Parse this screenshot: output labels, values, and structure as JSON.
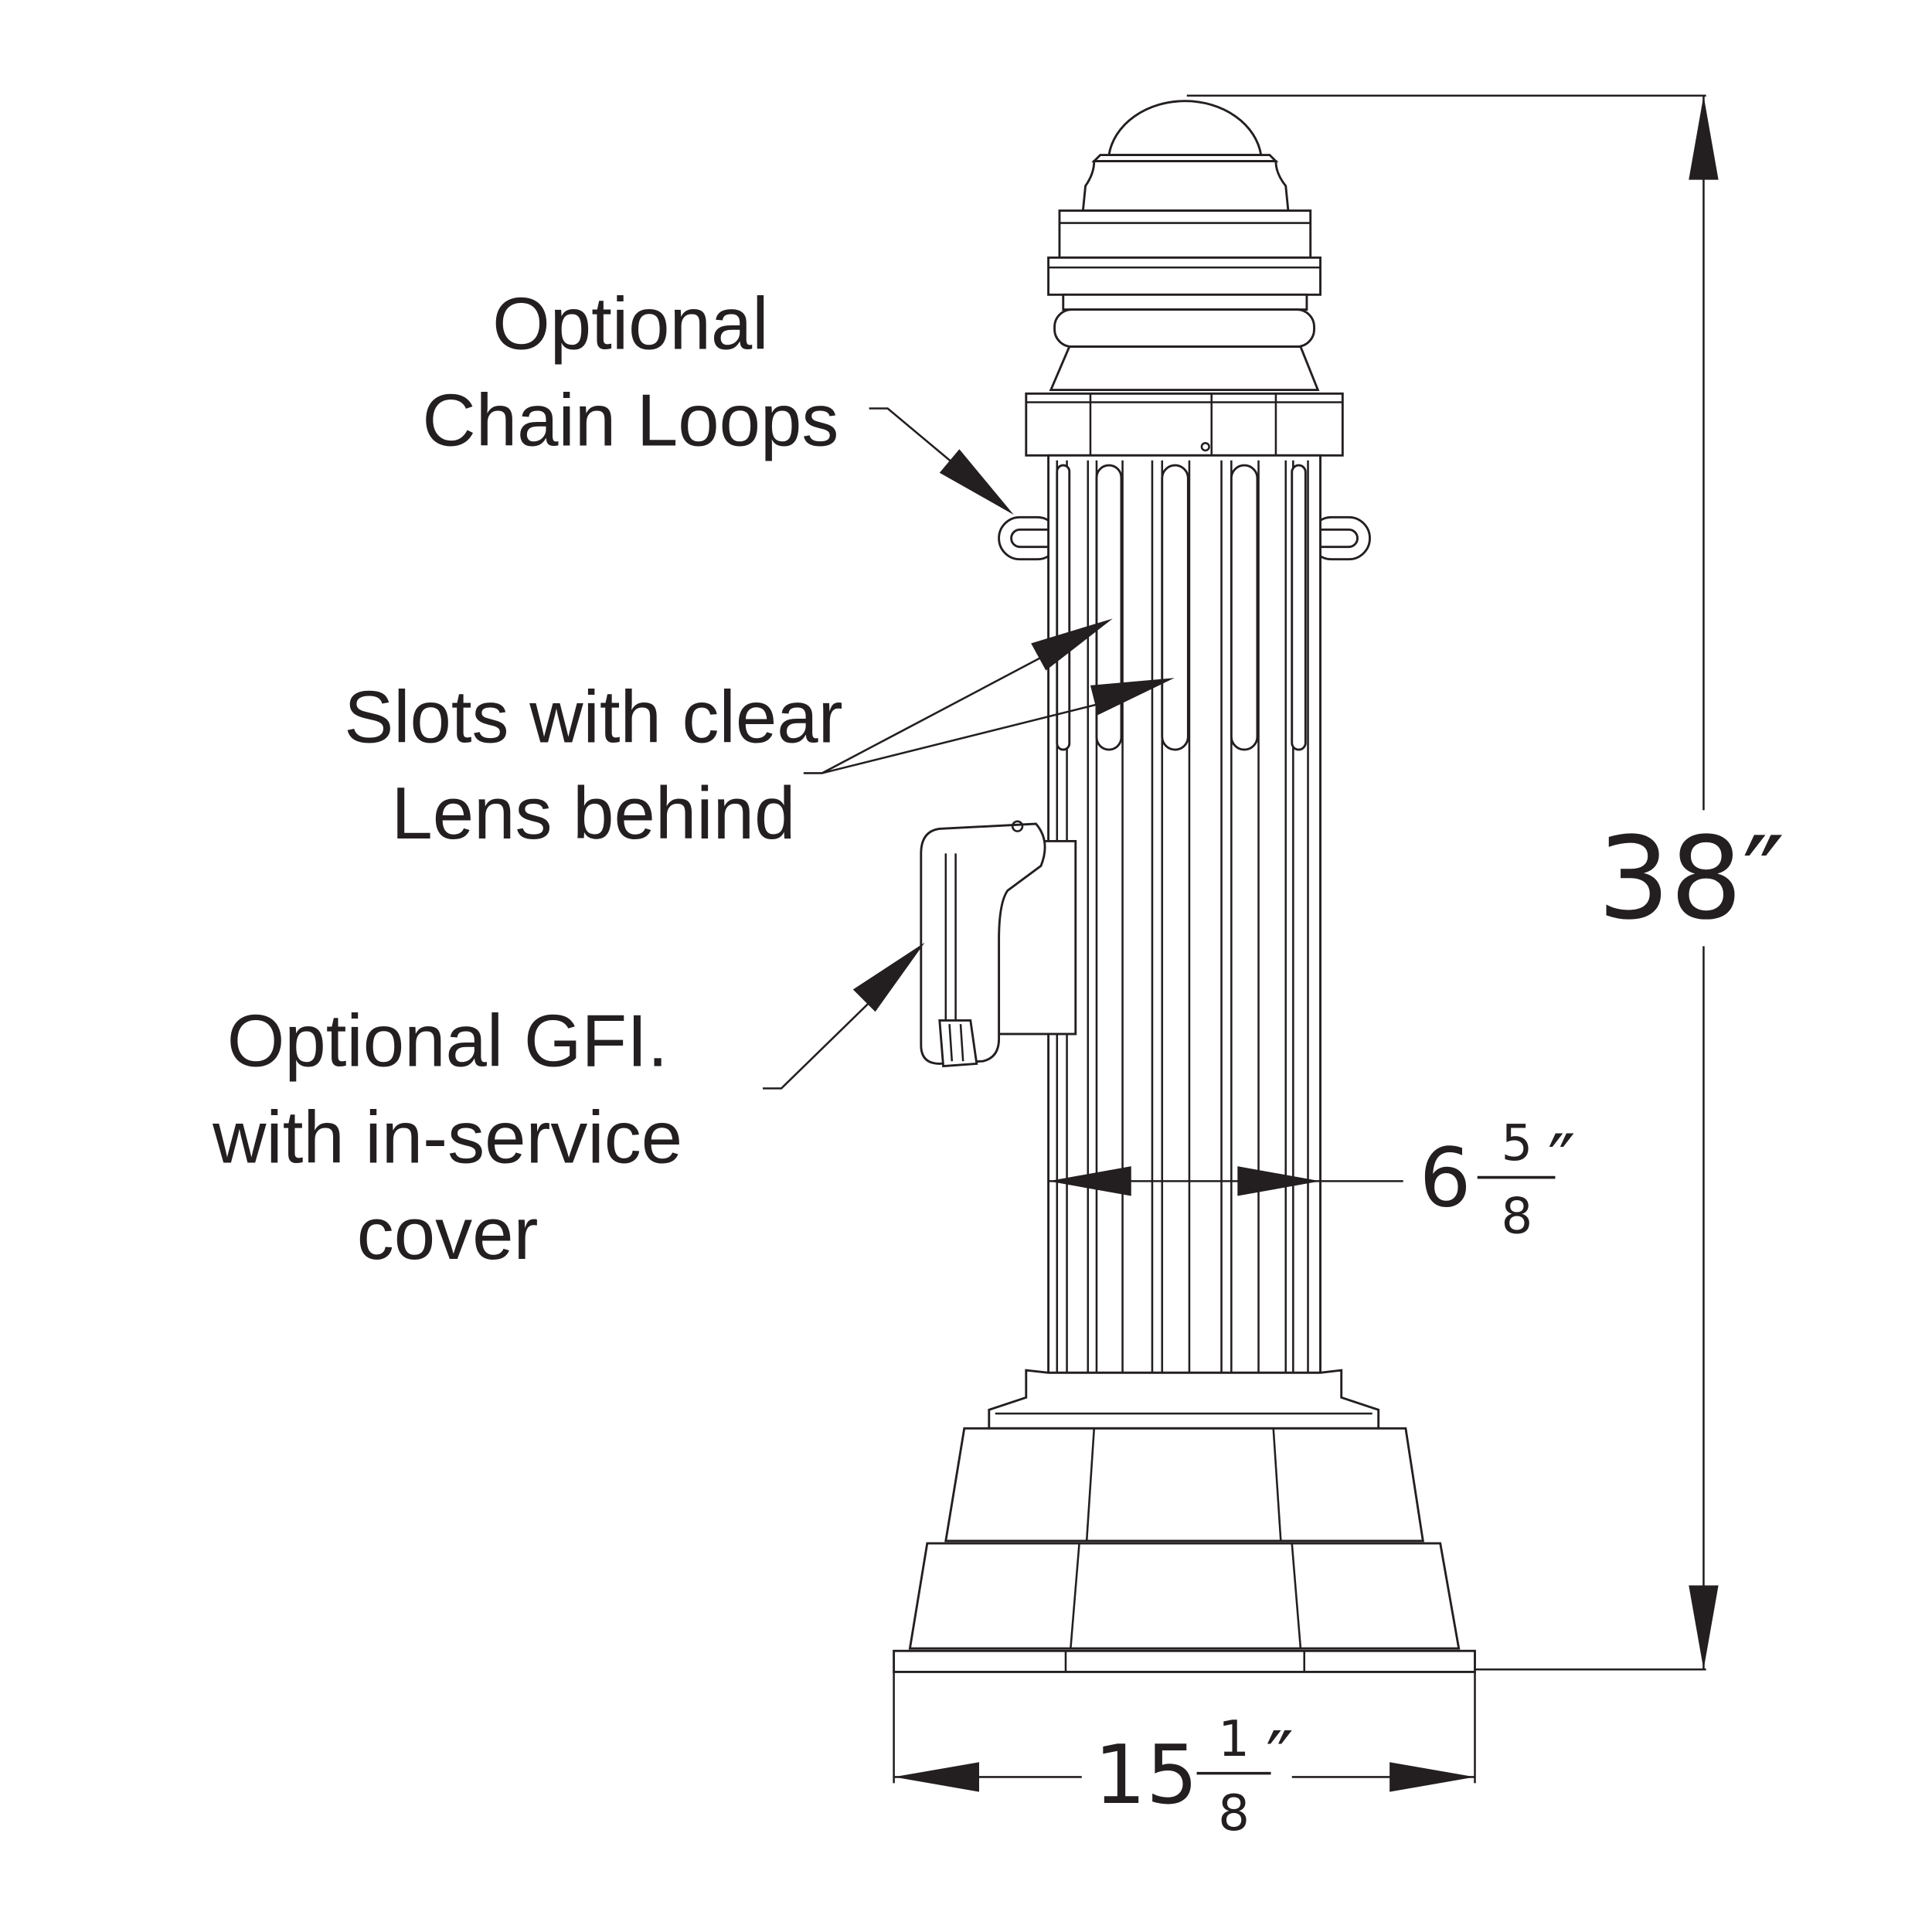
{
  "labels": {
    "chain_loops": [
      "Optional",
      "Chain Loops"
    ],
    "slots": [
      "Slots with clear",
      "Lens behind"
    ],
    "gfi": [
      "Optional GFI.",
      "with in-service",
      "cover"
    ]
  },
  "dimensions": {
    "height": "38″",
    "column_width": {
      "whole": "6",
      "num": "5",
      "den": "8",
      "unit": "″"
    },
    "base_width": {
      "whole": "15",
      "num": "1",
      "den": "8",
      "unit": "″"
    }
  },
  "colors": {
    "line": "#231f20",
    "background": "#ffffff"
  }
}
